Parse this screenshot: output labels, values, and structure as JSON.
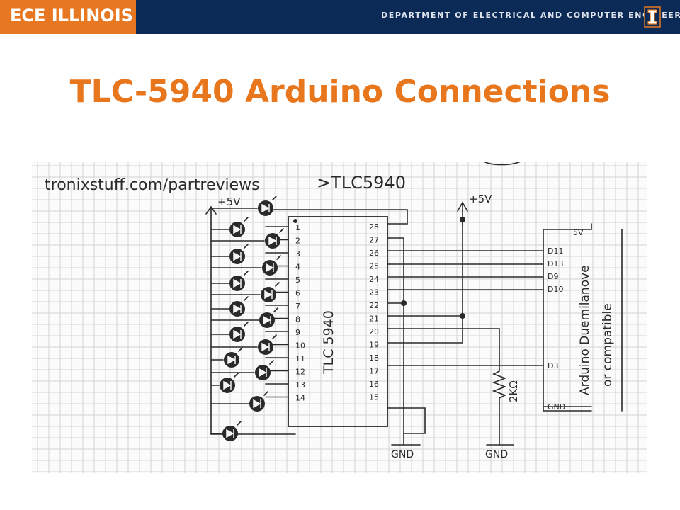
{
  "header": {
    "logo_text": "ECE ILLINOIS",
    "department": "DEPARTMENT OF ELECTRICAL AND COMPUTER ENGINEERING",
    "brand_color": "#e87722",
    "navy_color": "#0b2a55"
  },
  "slide": {
    "title": "TLC-5940 Arduino Connections",
    "title_color": "#e8761d"
  },
  "schematic": {
    "source_note": "tronixstuff.com/partreviews",
    "arrow_label": ">TLC5940",
    "chip_label": "TLC 5940",
    "supply_left": "+5V",
    "supply_right": "+5V",
    "left_pins": [
      "1",
      "2",
      "3",
      "4",
      "5",
      "6",
      "7",
      "8",
      "9",
      "10",
      "11",
      "12",
      "13",
      "14"
    ],
    "right_pins": [
      "28",
      "27",
      "26",
      "25",
      "24",
      "23",
      "22",
      "21",
      "20",
      "19",
      "18",
      "17",
      "16",
      "15"
    ],
    "arduino_pins": [
      "5V",
      "D11",
      "D13",
      "D9",
      "D10",
      "D3",
      "GND"
    ],
    "resistor_label": "2KΩ",
    "gnd_label": "GND",
    "arduino_label_1": "Arduino Duemilanove",
    "arduino_label_2": "or compatible"
  }
}
